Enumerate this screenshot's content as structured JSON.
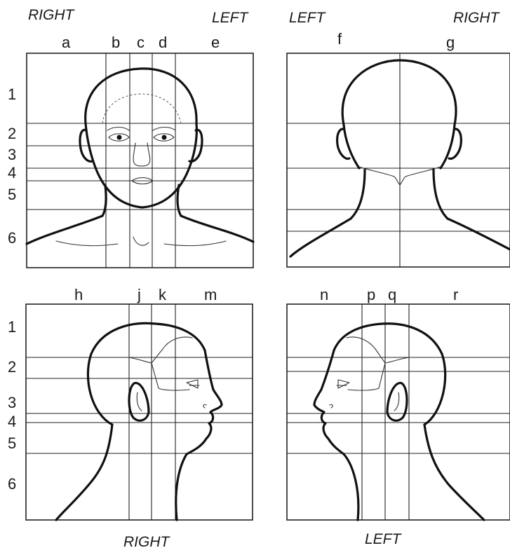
{
  "panels": {
    "front": {
      "orientation_left": "RIGHT",
      "orientation_right": "LEFT",
      "columns": [
        "a",
        "b",
        "c",
        "d",
        "e"
      ],
      "rows": [
        "1",
        "2",
        "3",
        "4",
        "5",
        "6"
      ]
    },
    "back": {
      "orientation_left": "LEFT",
      "orientation_right": "RIGHT",
      "columns": [
        "f",
        "g"
      ]
    },
    "right_profile": {
      "columns": [
        "h",
        "j",
        "k",
        "m"
      ],
      "rows": [
        "1",
        "2",
        "3",
        "4",
        "5",
        "6"
      ],
      "caption": "RIGHT"
    },
    "left_profile": {
      "columns": [
        "n",
        "p",
        "q",
        "r"
      ],
      "caption": "LEFT"
    }
  }
}
